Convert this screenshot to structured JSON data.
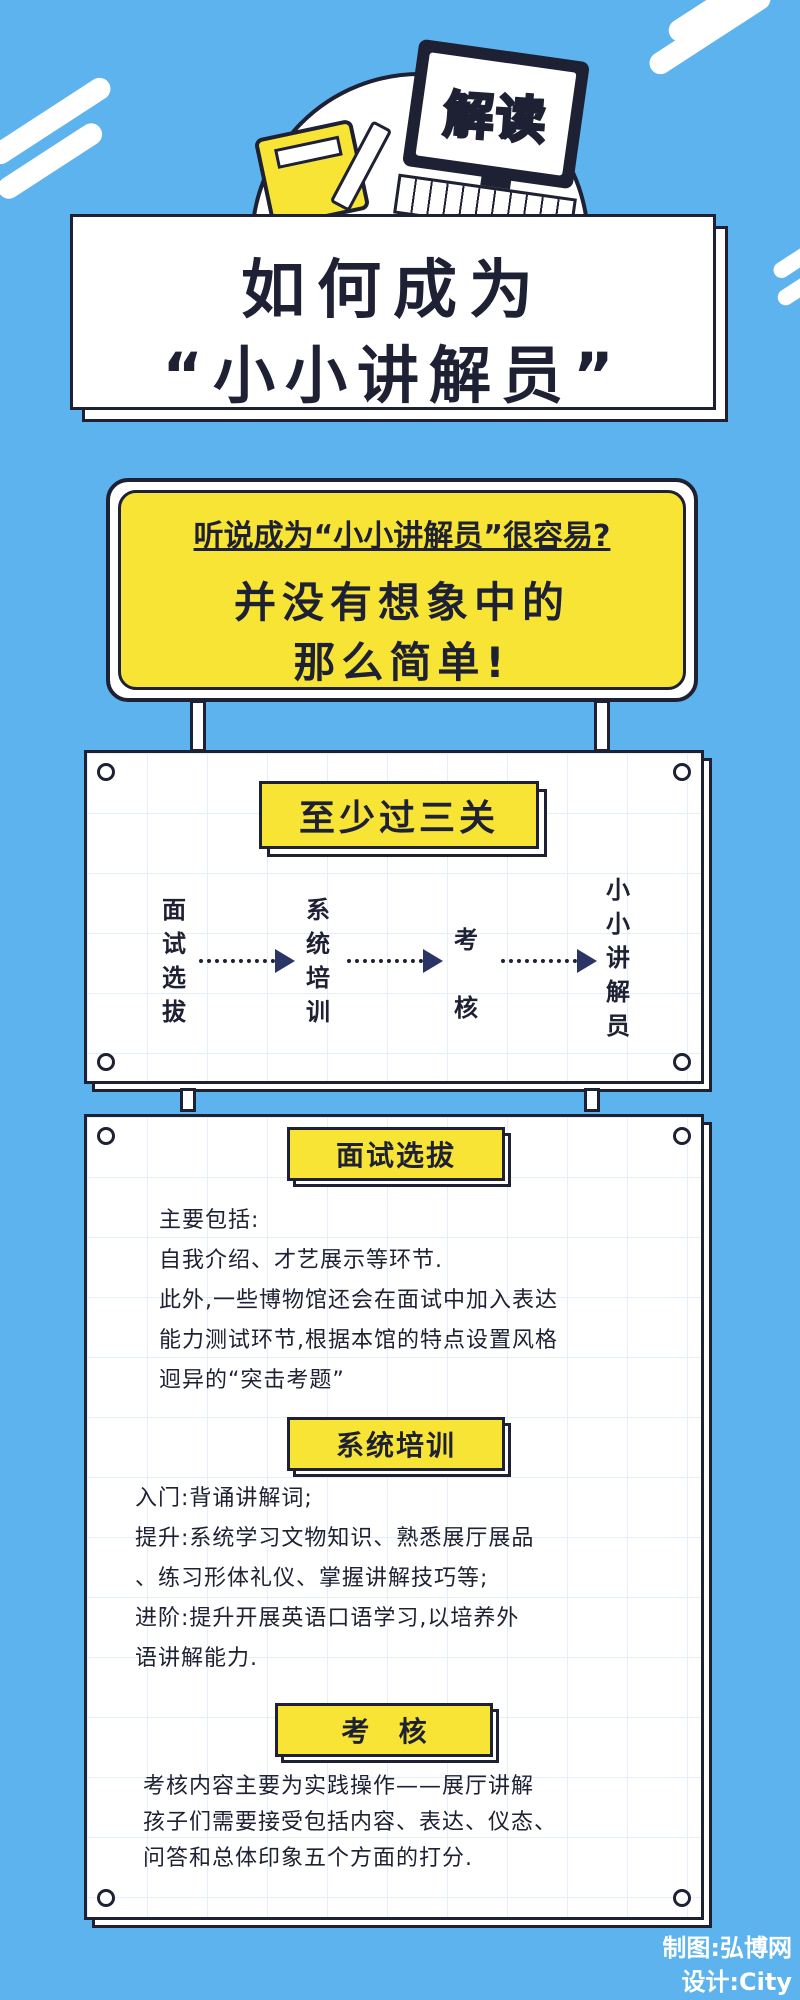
{
  "colors": {
    "background": "#5db3ee",
    "accent_yellow": "#f7e435",
    "ink": "#1e2033",
    "arrow": "#2b3466"
  },
  "header": {
    "monitor_text": "解读",
    "title_line1": "如何成为",
    "title_line2": "“小小讲解员”"
  },
  "sign": {
    "question": "听说成为“小小讲解员”很容易?",
    "answer_line1": "并没有想象中的",
    "answer_line2": "那么简单!"
  },
  "flow": {
    "tag": "至少过三关",
    "steps": [
      "面\n试\n选\n拔",
      "系\n统\n培\n训",
      "考\n\n核",
      "小\n小\n讲\n解\n员"
    ]
  },
  "sections": [
    {
      "tag": "面试选拔",
      "lines": [
        "主要包括:",
        "自我介绍、才艺展示等环节.",
        "此外,一些博物馆还会在面试中加入表达",
        "能力测试环节,根据本馆的特点设置风格",
        "迥异的“突击考题”"
      ]
    },
    {
      "tag": "系统培训",
      "lines": [
        "入门:背诵讲解词;",
        "提升:系统学习文物知识、熟悉展厅展品",
        "、练习形体礼仪、掌握讲解技巧等;",
        "进阶:提升开展英语口语学习,以培养外",
        "语讲解能力."
      ]
    },
    {
      "tag": "考   核",
      "lines": [
        "考核内容主要为实践操作——展厅讲解",
        "孩子们需要接受包括内容、表达、仪态、",
        "问答和总体印象五个方面的打分."
      ]
    }
  ],
  "credits": {
    "line1": "制图:弘博网",
    "line2": "设计:City"
  }
}
